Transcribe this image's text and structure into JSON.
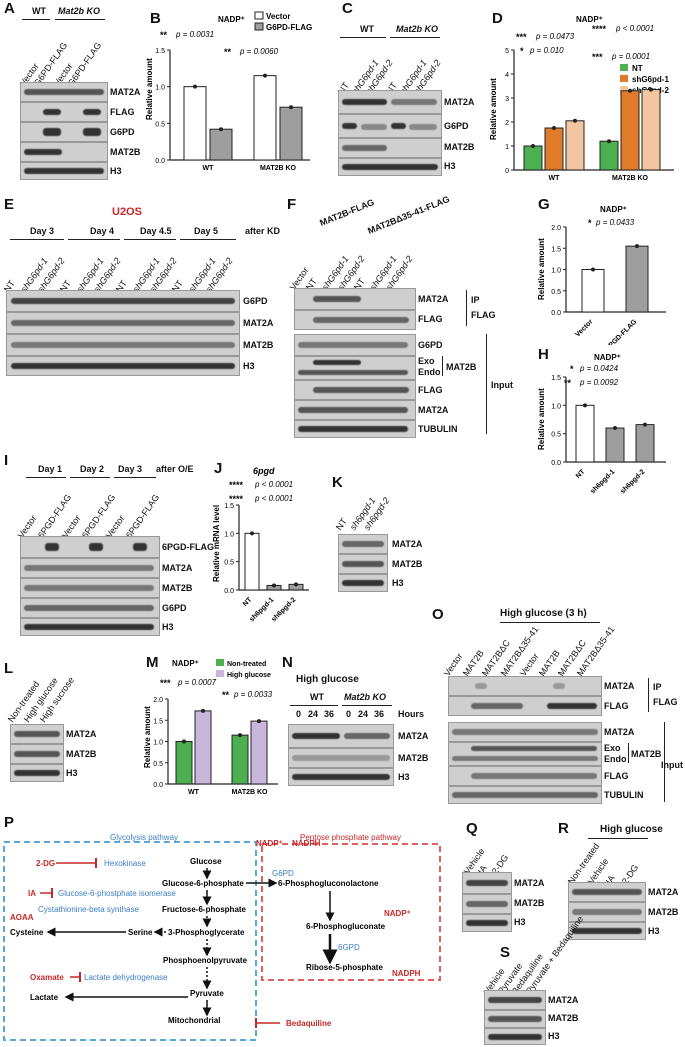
{
  "panels": {
    "A": {
      "letter": "A",
      "wt": "WT",
      "ko": "Mat2b KO",
      "lanes": [
        "Vector",
        "G6PD-FLAG",
        "Vector",
        "G6PD-FLAG"
      ],
      "bands": [
        "MAT2A",
        "FLAG",
        "G6PD",
        "MAT2B",
        "H3"
      ]
    },
    "C": {
      "letter": "C",
      "wt": "WT",
      "ko": "Mat2b KO",
      "lanes": [
        "NT",
        "shG6pd-1",
        "shG6pd-2",
        "NT",
        "shG6pd-1",
        "shG6pd-2"
      ],
      "bands": [
        "MAT2A",
        "G6PD",
        "MAT2B",
        "H3"
      ]
    },
    "E": {
      "letter": "E",
      "title": "U2OS",
      "days": [
        "Day 3",
        "Day 4",
        "Day 4.5",
        "Day 5"
      ],
      "after": "after KD",
      "lanes": [
        "NT",
        "shG6pd-1",
        "shG6pd-2"
      ],
      "bands": [
        "G6PD",
        "MAT2A",
        "MAT2B",
        "H3"
      ]
    },
    "F": {
      "letter": "F",
      "groups": [
        "MAT2B-FLAG",
        "MAT2BΔ35-41-FLAG"
      ],
      "lanes": [
        "Vector",
        "NT",
        "shG6pd-1",
        "shG6pd-2",
        "NT",
        "shG6pd-1",
        "shG6pd-2"
      ],
      "ip_bands": [
        "MAT2A",
        "FLAG"
      ],
      "ip_label": "IP",
      "flag_label": "FLAG",
      "input_bands": [
        "G6PD",
        "Exo",
        "Endo",
        "FLAG",
        "MAT2A",
        "TUBULIN"
      ],
      "mat2b": "MAT2B",
      "input_label": "Input"
    },
    "I": {
      "letter": "I",
      "days": [
        "Day 1",
        "Day 2",
        "Day 3"
      ],
      "after": "after O/E",
      "lanes": [
        "Vector",
        "6PGD-FLAG"
      ],
      "bands": [
        "6PGD-FLAG",
        "MAT2A",
        "MAT2B",
        "G6PD",
        "H3"
      ]
    },
    "K": {
      "letter": "K",
      "lanes": [
        "NT",
        "sh6pgd-1",
        "sh6pgd-2"
      ],
      "bands": [
        "MAT2A",
        "MAT2B",
        "H3"
      ]
    },
    "L": {
      "letter": "L",
      "lanes": [
        "Non-treated",
        "High glucose",
        "High sucrose"
      ],
      "bands": [
        "MAT2A",
        "MAT2B",
        "H3"
      ]
    },
    "N": {
      "letter": "N",
      "title": "High glucose",
      "wt": "WT",
      "ko": "Mat2b KO",
      "hours": [
        "0",
        "24",
        "36",
        "0",
        "24",
        "36"
      ],
      "hours_label": "Hours",
      "bands": [
        "MAT2A",
        "MAT2B",
        "H3"
      ]
    },
    "O": {
      "letter": "O",
      "title": "High glucose (3 h)",
      "lanes": [
        "Vector",
        "MAT2B",
        "MAT2BΔC",
        "MAT2BΔ35-41",
        "Vector",
        "MAT2B",
        "MAT2BΔC",
        "MAT2BΔ35-41"
      ],
      "ip_bands": [
        "MAT2A",
        "FLAG"
      ],
      "ip_label": "IP",
      "flag_label": "FLAG",
      "input_bands": [
        "MAT2A",
        "Exo",
        "Endo",
        "FLAG",
        "TUBULIN"
      ],
      "mat2b": "MAT2B",
      "input_label": "Input"
    },
    "Q": {
      "letter": "Q",
      "lanes": [
        "Vehicle",
        "IA",
        "2-DG"
      ],
      "bands": [
        "MAT2A",
        "MAT2B",
        "H3"
      ]
    },
    "R": {
      "letter": "R",
      "title": "High glucose",
      "lanes": [
        "Non-treated",
        "Vehicle",
        "IA",
        "2-DG"
      ],
      "bands": [
        "MAT2A",
        "MAT2B",
        "H3"
      ]
    },
    "S": {
      "letter": "S",
      "lanes": [
        "Vehicle",
        "Pyruvate",
        "Bedaquiline",
        "Pyruvate + Bedaquiline"
      ],
      "bands": [
        "MAT2A",
        "MAT2B",
        "H3"
      ]
    },
    "B": {
      "letter": "B",
      "title": "NADP⁺",
      "ylabel": "Relative amount",
      "legend": [
        "Vector",
        "G6PD-FLAG"
      ],
      "p1": "p = 0.0031",
      "p2": "p = 0.0060",
      "stars": "**"
    },
    "D": {
      "letter": "D",
      "title": "NADP⁺",
      "ylabel": "Relative amount",
      "legend": [
        "NT",
        "shG6pd-1",
        "shG6pd-2"
      ],
      "p": [
        "p = 0.0473",
        "p = 0.010",
        "p = 0.0001",
        "p < 0.0001"
      ],
      "stars": [
        "***",
        "*",
        "***",
        "****"
      ]
    },
    "G": {
      "letter": "G",
      "title": "NADP⁺",
      "ylabel": "Relative amount",
      "p": "p = 0.0433",
      "stars": "*"
    },
    "H": {
      "letter": "H",
      "title": "NADP⁺",
      "ylabel": "Relative amount",
      "p": [
        "p = 0.0424",
        "p = 0.0092"
      ],
      "stars": [
        "*",
        "**"
      ]
    },
    "J": {
      "letter": "J",
      "title": "6pgd",
      "ylabel": "Relative mRNA level",
      "p": [
        "p < 0.0001",
        "p < 0.0001"
      ],
      "stars": [
        "****",
        "****"
      ]
    },
    "M": {
      "letter": "M",
      "title": "NADP⁺",
      "ylabel": "Relative amount",
      "legend": [
        "Non-treated",
        "High glucose"
      ],
      "p": [
        "p = 0.0007",
        "p = 0.0033"
      ],
      "stars": [
        "***",
        "**"
      ]
    },
    "P": {
      "letter": "P",
      "glycolysis": "Glycolysis pathway",
      "ppp": "Pentose phosphate pathway",
      "metabolites": [
        "Glucose",
        "Glucose-6-phosphate",
        "Fructose-6-phosphate",
        "3-Phosphoglycerate",
        "Phosphoenolpyruvate",
        "Pyruvate",
        "Mitochondrial",
        "Serine",
        "Cysteine",
        "Lactate",
        "6-Phosphogluconolactone",
        "6-Phosphogluconate",
        "Ribose-5-phosphate"
      ],
      "enzymes": [
        "Hexokinase",
        "Glucose-6-phostphate isomerase",
        "Cystathionine-beta synthase",
        "Lactate dehydrogenase",
        "G6PD",
        "6GPD"
      ],
      "inhibitors": [
        "2-DG",
        "IA",
        "AOAA",
        "Oxamate",
        "Bedaquiline"
      ],
      "cofactors": [
        "NADP⁺",
        "NADPH",
        "NADP⁺",
        "NADPH"
      ]
    }
  },
  "chart_data": [
    {
      "type": "bar",
      "panel": "B",
      "title": "NADP⁺",
      "ylabel": "Relative amount",
      "categories": [
        "WT",
        "MAT2B KO"
      ],
      "series": [
        {
          "name": "Vector",
          "values": [
            1.0,
            1.15
          ]
        },
        {
          "name": "G6PD-FLAG",
          "values": [
            0.42,
            0.72
          ]
        }
      ],
      "ylim": [
        0,
        1.5
      ],
      "yticks": [
        "0.0",
        "0.5",
        "1.0",
        "1.5"
      ]
    },
    {
      "type": "bar",
      "panel": "D",
      "title": "NADP⁺",
      "ylabel": "Relative amount",
      "categories": [
        "WT",
        "MAT2B KO"
      ],
      "series": [
        {
          "name": "NT",
          "values": [
            1.0,
            1.2
          ]
        },
        {
          "name": "shG6pd-1",
          "values": [
            1.75,
            3.3
          ]
        },
        {
          "name": "shG6pd-2",
          "values": [
            2.05,
            3.35
          ]
        }
      ],
      "ylim": [
        0,
        5
      ],
      "yticks": [
        "0",
        "1",
        "2",
        "3",
        "4",
        "5"
      ]
    },
    {
      "type": "bar",
      "panel": "G",
      "title": "NADP⁺",
      "ylabel": "Relative amount",
      "categories": [
        "Vector",
        "6PGD-FLAG"
      ],
      "values": [
        1.0,
        1.55
      ],
      "ylim": [
        0,
        2.0
      ],
      "yticks": [
        "0.0",
        "0.5",
        "1.0",
        "1.5",
        "2.0"
      ]
    },
    {
      "type": "bar",
      "panel": "H",
      "title": "NADP⁺",
      "ylabel": "Relative amount",
      "categories": [
        "NT",
        "sh6pgd-1",
        "sh6pgd-2"
      ],
      "values": [
        1.0,
        0.6,
        0.66
      ],
      "ylim": [
        0,
        1.5
      ],
      "yticks": [
        "0.0",
        "0.5",
        "1.0",
        "1.5"
      ]
    },
    {
      "type": "bar",
      "panel": "J",
      "title": "6pgd",
      "ylabel": "Relative mRNA level",
      "categories": [
        "NT",
        "sh6pgd-1",
        "sh6pgd-2"
      ],
      "values": [
        1.0,
        0.08,
        0.1
      ],
      "ylim": [
        0,
        1.5
      ],
      "yticks": [
        "0.0",
        "0.5",
        "1.0",
        "1.5"
      ]
    },
    {
      "type": "bar",
      "panel": "M",
      "title": "NADP⁺",
      "ylabel": "Relative amount",
      "categories": [
        "WT",
        "MAT2B KO"
      ],
      "series": [
        {
          "name": "Non-treated",
          "values": [
            1.0,
            1.15
          ]
        },
        {
          "name": "High glucose",
          "values": [
            1.72,
            1.48
          ]
        }
      ],
      "ylim": [
        0,
        2.0
      ],
      "yticks": [
        "0.0",
        "0.5",
        "1.0",
        "1.5",
        "2.0"
      ]
    }
  ],
  "colors": {
    "white_bar": "#ffffff",
    "grey_bar": "#9e9e9e",
    "nt": "#4caf50",
    "sh1": "#e07b2c",
    "sh2": "#f2c6a0",
    "nontreated": "#4caf50",
    "highglucose": "#c9b6dc",
    "glyco_box": "#5aa7d9",
    "ppp_box": "#e06060"
  }
}
